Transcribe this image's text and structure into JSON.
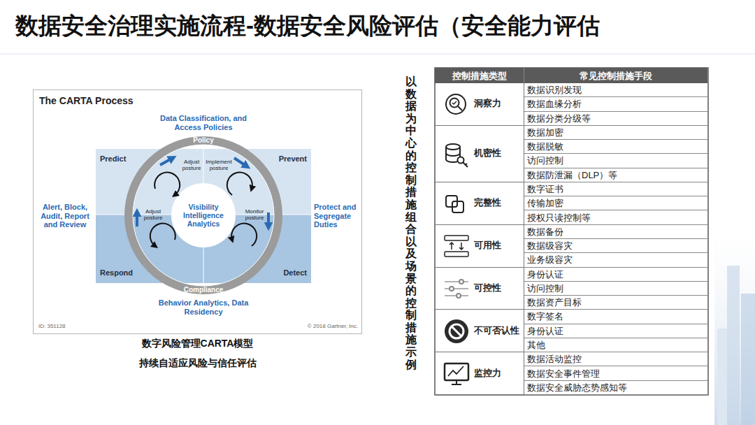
{
  "diagram": {
    "title": "数据安全治理实施流程-数据安全风险评估（安全能力评估",
    "nodes": [
      {
        "text": [
          "The CARTA Process"
        ]
      },
      {
        "text": [
          "Predict"
        ],
        "in": 0
      },
      {
        "text": [
          "Prevent"
        ],
        "in": 0
      },
      {
        "text": [
          "Respond"
        ],
        "in": 0
      },
      {
        "text": [
          "Detect"
        ],
        "in": 0
      },
      {
        "text": [
          "Visibility Intelligence Analytics"
        ],
        "in": 0
      },
      {
        "text": [
          "洞察力"
        ]
      },
      {
        "text": [
          "机密性"
        ]
      },
      {
        "text": [
          "完整性"
        ]
      },
      {
        "text": [
          "可用性"
        ]
      },
      {
        "text": [
          "可控性"
        ]
      },
      {
        "text": [
          "不可否认性"
        ]
      },
      {
        "text": [
          "监控力"
        ]
      }
    ],
    "labels": [
      "Policy",
      "Compliance",
      "Adjust posture",
      "Implement posture",
      "Adjust posture",
      "Monitor posture",
      "Data Classification, and Access Policies",
      "Alert, Block, Audit, Report and Review",
      "Protect and Segregate Duties",
      "Behavior Analytics, Data Residency",
      "ID: 351128",
      "© 2018 Gartner, Inc.",
      "数字风险管理CARTA模型",
      "持续自适应风险与信任评估",
      "以数据为中心的控制措施组合以及场景的控制措施示例",
      "控制措施类型",
      "常见控制措施手段",
      "数据识别发现",
      "数据血缘分析",
      "数据分类分级等",
      "数据加密",
      "数据脱敏",
      "访问控制",
      "数据防泄漏（DLP）等",
      "数字证书",
      "传输加密",
      "授权只读控制等",
      "数据备份",
      "数据级容灾",
      "业务级容灾",
      "身份认证",
      "访问控制",
      "数据资产目标",
      "数字签名",
      "身份认证",
      "其他",
      "数据活动监控",
      "数据安全事件管理",
      "数据安全威胁态势感知等"
    ]
  }
}
